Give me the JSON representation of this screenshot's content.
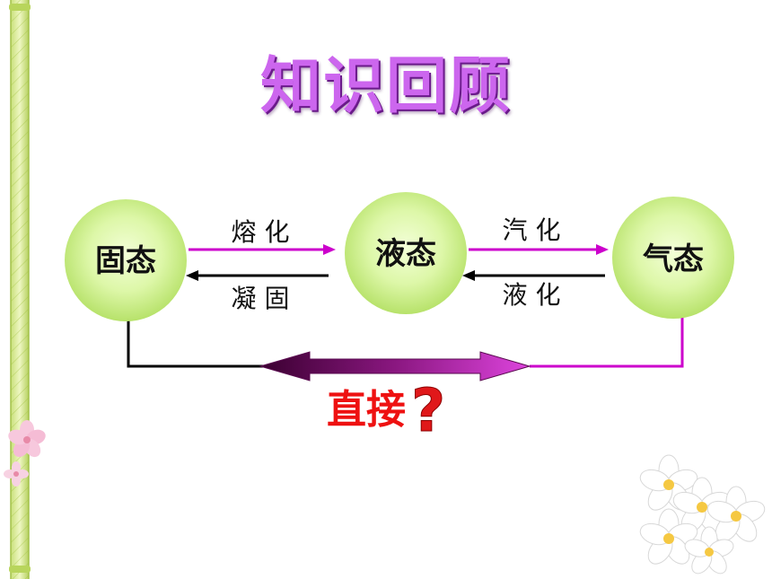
{
  "title": "知识回顾",
  "states": {
    "solid": "固态",
    "liquid": "液态",
    "gas": "气态"
  },
  "transitions": {
    "melting": "熔 化",
    "solidifying": "凝 固",
    "vaporizing": "汽 化",
    "liquefying": "液 化"
  },
  "question": {
    "text": "直接",
    "mark": "?"
  },
  "colors": {
    "title": "#cc66ee",
    "node_fill": "#d9fba0",
    "forward_arrow": "#cc00cc",
    "backward_arrow": "#000000",
    "question_text": "#ee1111",
    "connector_left": "#000000",
    "connector_right": "#cc00cc"
  },
  "icons": {
    "border": "bamboo-border-icon",
    "flower_small": "blossom-icon",
    "flower_cluster": "plumeria-flowers-icon"
  }
}
